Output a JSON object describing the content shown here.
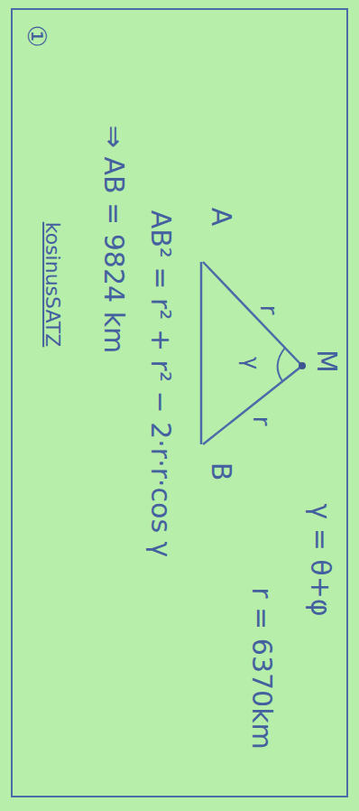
{
  "diagram": {
    "labels": [
      "①",
      "M",
      "γ = θ+φ",
      "r = 6370km",
      "A",
      "r",
      "γ",
      "r",
      "B",
      "AB² = r² + r² − 2·r·r·cos γ",
      "⇒ AB = 9824 km",
      "kosinusSATZ"
    ]
  }
}
